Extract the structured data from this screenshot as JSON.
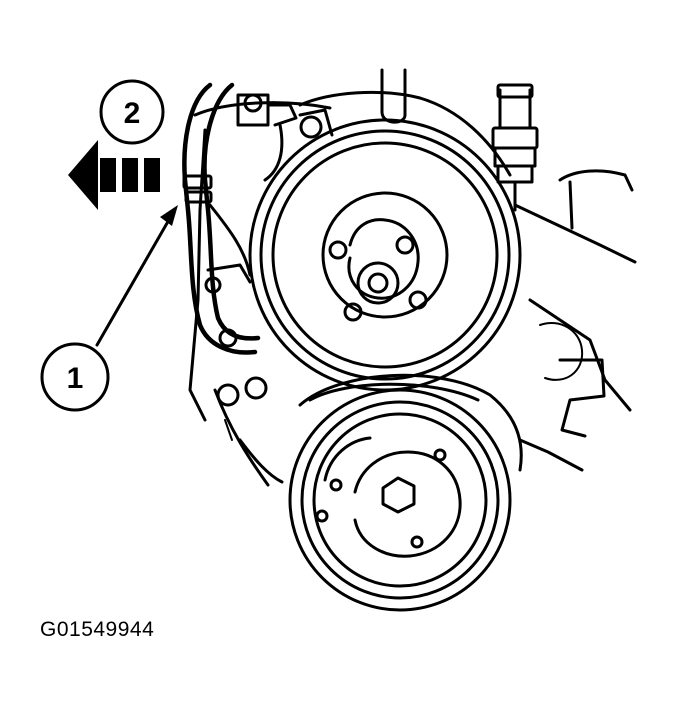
{
  "callouts": [
    {
      "label": "1"
    },
    {
      "label": "2"
    }
  ],
  "figure_id": "G01549944"
}
